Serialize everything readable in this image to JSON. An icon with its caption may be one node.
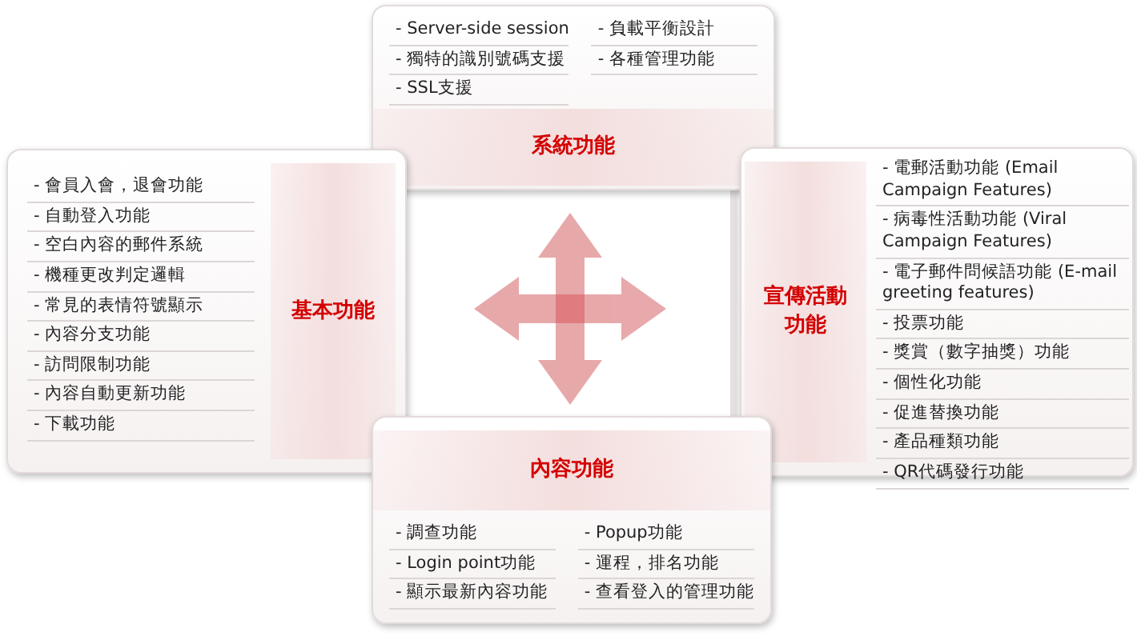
{
  "diagram": {
    "nodes": [
      {
        "text": [
          "系統功能",
          "- Server-side session",
          "- 負載平衡設計",
          "- 獨特的識別號碼支援",
          "- 各種管理功能",
          "- SSL支援"
        ]
      },
      {
        "text": [
          "基本功能",
          "- 會員入會，退會功能",
          "- 自動登入功能",
          "- 空白內容的郵件系統",
          "- 機種更改判定邏輯",
          "- 常見的表情符號顯示",
          "- 內容分支功能",
          "- 訪問限制功能",
          "- 內容自動更新功能",
          "- 下載功能"
        ]
      },
      {
        "text": [
          "宣傳活動功能",
          "- 電郵活動功能 (Email Campaign Features)",
          "- 病毒性活動功能 (Viral Campaign Features)",
          "- 電子郵件問候語功能 (E-mail greeting features)",
          "- 投票功能",
          "- 獎賞（數字抽獎）功能",
          "- 個性化功能",
          "- 促進替換功能",
          "- 產品種類功能",
          "- QR代碼發行功能"
        ]
      },
      {
        "text": [
          "內容功能",
          "- 調查功能",
          "- Popup功能",
          "- Login point功能",
          "- 運程，排名功能",
          "- 顯示最新內容功能",
          "- 查看登入的管理功能"
        ]
      }
    ]
  }
}
